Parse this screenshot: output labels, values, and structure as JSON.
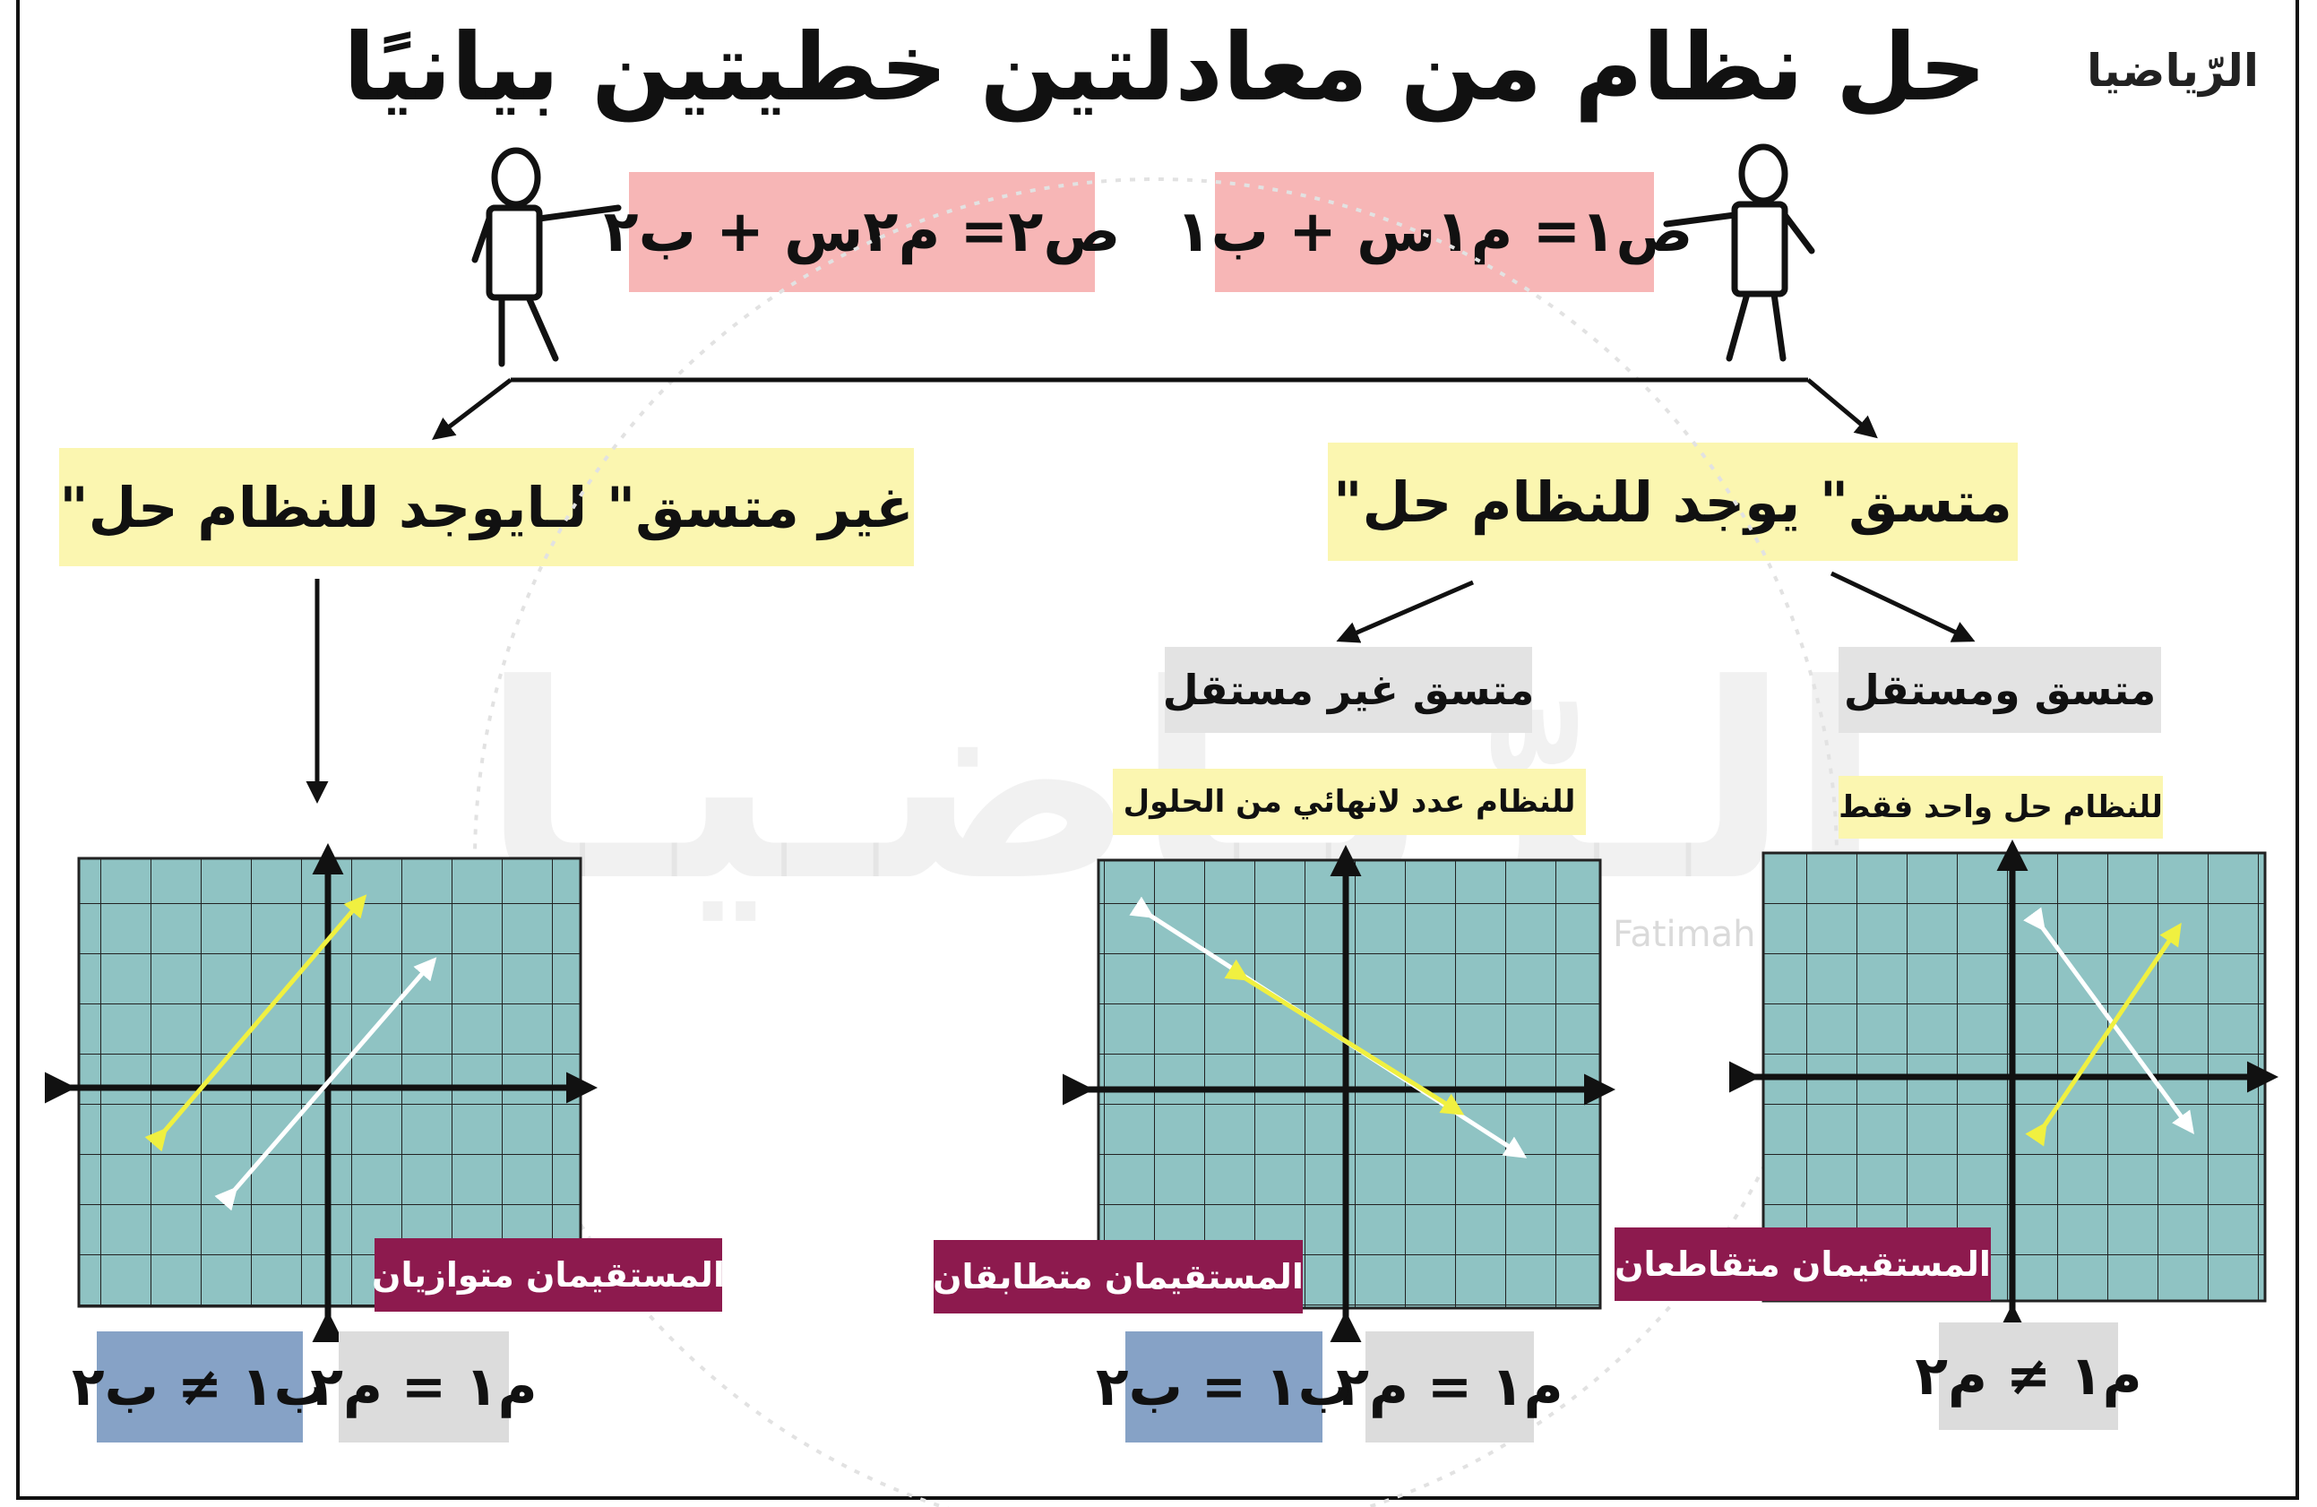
{
  "title": "حل نظام من معادلتين خطيتين بيانيًا",
  "logo": {
    "text": "الرّياضيا",
    "watermark_text": "الـرّيـاضـيـا",
    "author": "Fatimah Alumayah"
  },
  "equations": {
    "eq1": "ص١= م١س + ب١",
    "eq2": "ص٢= م٢س + ب٢"
  },
  "categories": {
    "consistent": "متسق\" يوجد للنظام حل\"",
    "inconsistent": "غير متسق\" لـايوجد للنظام حل\""
  },
  "subtypes": {
    "independent": "متسق ومستقل",
    "dependent": "متسق غير مستقل"
  },
  "solutions": {
    "one": "للنظام حل واحد فقط",
    "infinite": "للنظام عدد لانهائي من الحلول"
  },
  "line_labels": {
    "intersecting": "المستقيمان متقاطعان",
    "coincident": "المستقيمان متطابقان",
    "parallel": "المستقيمان متوازيان"
  },
  "conditions": {
    "slopes_differ": "م١ ≠ م٢",
    "slopes_equal_coincident": "م١ = م٢",
    "intercepts_equal": "ب١ = ب٢",
    "slopes_equal_parallel": "م١ = م٢",
    "intercepts_differ": "ب١ ≠ ب٢"
  },
  "colors": {
    "grid": "#8fc3c3",
    "yellow_line": "#f0f040",
    "white_line": "#ffffff",
    "pink": "#f7b6b6",
    "yellow_box": "#fbf6b0",
    "maroon": "#8d1a4e",
    "blue": "#86a2c6"
  }
}
